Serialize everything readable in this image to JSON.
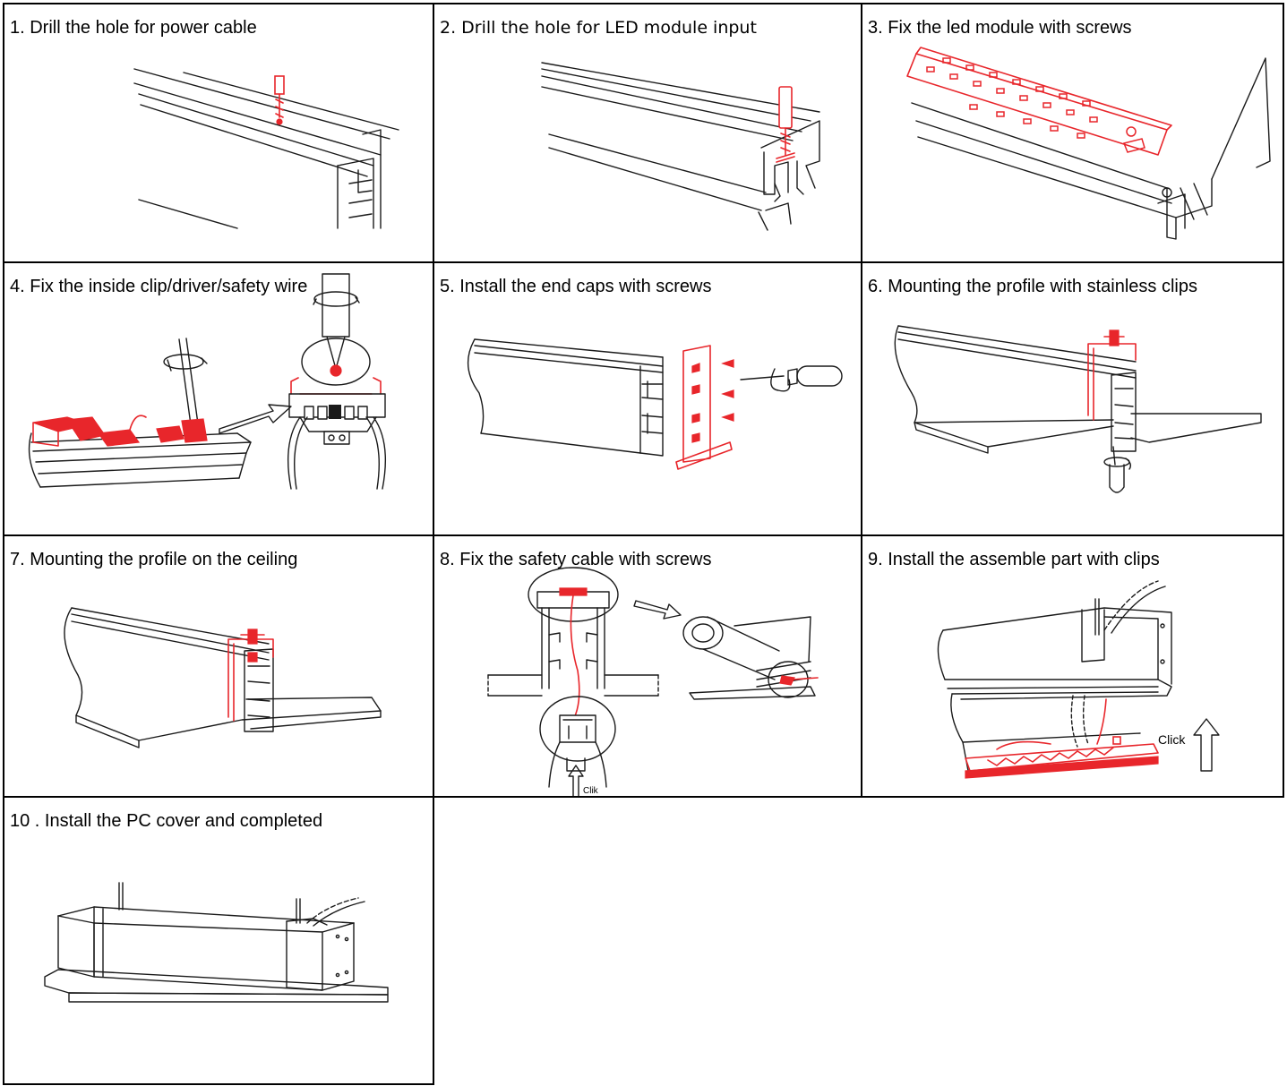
{
  "steps": [
    {
      "label": "1. Drill the hole for power cable",
      "illustration": "drill-power-cable-illustration"
    },
    {
      "label": "2. Drill the hole for LED module input",
      "illustration": "drill-led-input-illustration"
    },
    {
      "label": "3. Fix the led module with screws",
      "illustration": "led-module-screws-illustration"
    },
    {
      "label": "4. Fix the inside clip/driver/safety wire",
      "illustration": "inside-clip-driver-illustration"
    },
    {
      "label": "5. Install the end caps with screws",
      "illustration": "end-caps-screws-illustration"
    },
    {
      "label": "6. Mounting the profile with stainless clips",
      "illustration": "stainless-clips-illustration"
    },
    {
      "label": "7. Mounting the profile on the ceiling",
      "illustration": "ceiling-mount-illustration"
    },
    {
      "label": "8. Fix the safety cable with screws",
      "illustration": "safety-cable-illustration"
    },
    {
      "label": "9. Install the assemble part with clips",
      "illustration": "assemble-part-clips-illustration"
    },
    {
      "label": "10 . Install the PC cover and completed",
      "illustration": "pc-cover-completed-illustration"
    }
  ],
  "annotations": {
    "step8_click": "Clik",
    "step9_click": "Click"
  },
  "colors": {
    "accent": "#e8262b",
    "line": "#1a1a1a",
    "grid": "#000000"
  }
}
